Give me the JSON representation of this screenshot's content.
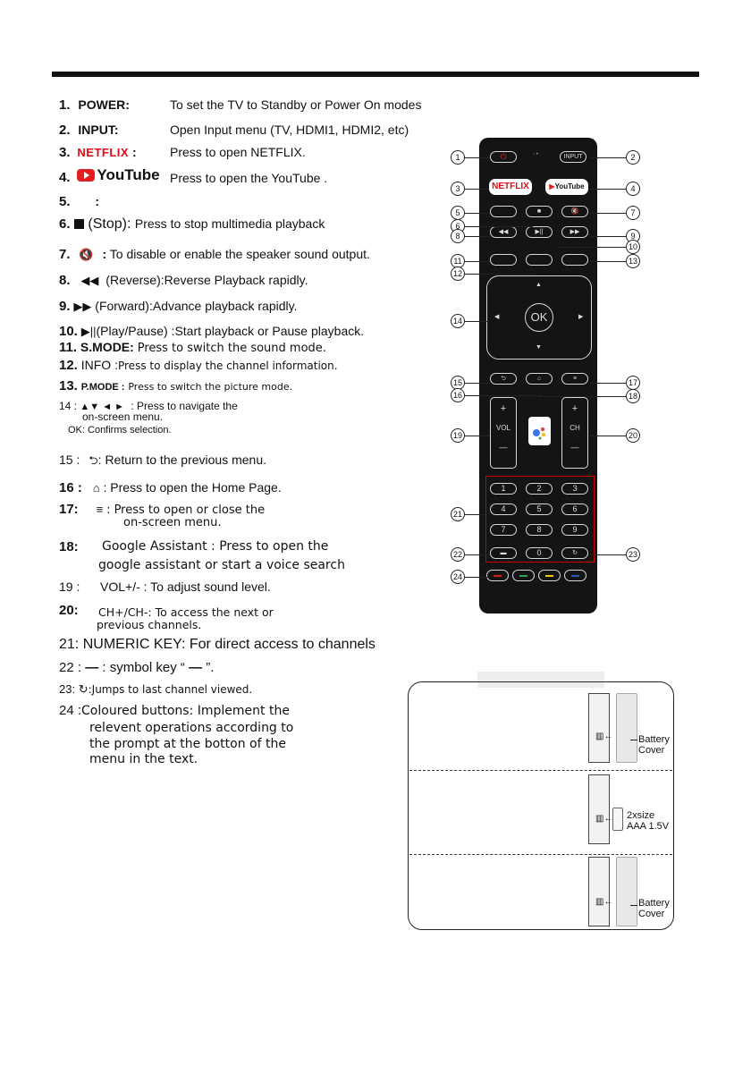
{
  "items": [
    {
      "num": "1.",
      "key": "POWER:",
      "desc": "To set the TV to Standby or Power On modes"
    },
    {
      "num": "2.",
      "key": "INPUT:",
      "desc": "Open Input menu (TV, HDMI1, HDMI2, etc)"
    },
    {
      "num": "3.",
      "logo": "NETFLIX",
      "key": ":",
      "desc": "Press to open NETFLIX."
    },
    {
      "num": "4.",
      "logo": "YouTube",
      "desc": "Press to open the YouTube ."
    },
    {
      "num": "5.",
      "key": ":",
      "desc": ""
    },
    {
      "num": "6.",
      "key": "(Stop):",
      "desc": "Press to stop multimedia playback"
    },
    {
      "num": "7.",
      "key": ":",
      "desc": "To disable or enable the speaker sound output."
    },
    {
      "num": "8.",
      "key": "(Reverse):",
      "desc": "Reverse Playback  rapidly."
    },
    {
      "num": "9.",
      "key": "(Forward):",
      "desc": "Advance playback rapidly."
    },
    {
      "num": "10.",
      "key": "(Play/Pause) :",
      "desc": "Start playback or Pause playback."
    },
    {
      "num": "11.",
      "key": "S.MODE:",
      "desc": "Press to switch the sound mode."
    },
    {
      "num": "12.",
      "key": "INFO :",
      "desc": "Press to display the  channel information."
    },
    {
      "num": "13.",
      "key": "P.MODE :",
      "desc": "Press to switch the picture mode."
    },
    {
      "num": "14 :",
      "key": "▲▼ ◄ ►",
      "desc": ": Press to navigate the",
      "desc2": "on-screen menu.",
      "desc3": "OK: Confirms selection."
    },
    {
      "num": "15 :",
      "desc": ": Return to the previous menu."
    },
    {
      "num": "16 :",
      "desc": ": Press to open the Home Page."
    },
    {
      "num": "17:",
      "desc": ": Press to open or close the",
      "desc2": "on-screen menu."
    },
    {
      "num": "18:",
      "desc": "Google Assistant : Press to open the",
      "desc2": "google assistant or start a voice search"
    },
    {
      "num": "19 :",
      "desc": "VOL+/- : To adjust sound level."
    },
    {
      "num": "20:",
      "desc": "CH+/CH-: To access the next or",
      "desc2": "previous channels."
    },
    {
      "num": "21:",
      "desc": "NUMERIC KEY: For direct access to channels"
    },
    {
      "num": "22 :",
      "desc": ":  symbol key “",
      "desc2": "”."
    },
    {
      "num": "23:",
      "desc": ":Jumps to last channel viewed."
    },
    {
      "num": "24 :",
      "desc": "Coloured buttons: Implement the",
      "desc2": "relevent operations according to",
      "desc3": "the prompt at the botton of the",
      "desc4": "menu in the text."
    }
  ],
  "remote": {
    "input_label": "INPUT",
    "netflix_label": "NETFLIX",
    "youtube_label": "YouTube",
    "ok_label": "OK",
    "vol_label": "VOL",
    "ch_label": "CH",
    "plus": "+",
    "minus": "—",
    "digits": [
      "1",
      "2",
      "3",
      "4",
      "5",
      "6",
      "7",
      "8",
      "9",
      "0"
    ],
    "callouts": [
      "1",
      "2",
      "3",
      "4",
      "5",
      "6",
      "7",
      "8",
      "9",
      "10",
      "11",
      "12",
      "13",
      "14",
      "15",
      "16",
      "17",
      "18",
      "19",
      "20",
      "21",
      "22",
      "23",
      "24"
    ],
    "color_buttons": [
      "#d32020",
      "#2aa64a",
      "#e6c619",
      "#2a53b8"
    ]
  },
  "battery": {
    "cover_label_1": "Battery",
    "cover_label_2": "Cover",
    "size_label_1": "2xsize",
    "size_label_2": "AAA 1.5V"
  }
}
